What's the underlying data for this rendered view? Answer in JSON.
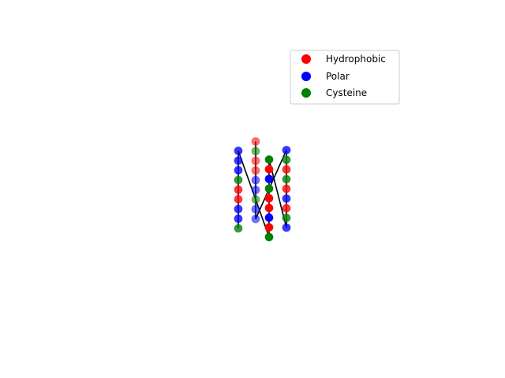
{
  "chart_data": {
    "type": "scatter",
    "projection": "3d",
    "axes_visible": false,
    "grid": false,
    "legend_placement": "upper-right",
    "title": "",
    "xlabel": "",
    "ylabel": "",
    "zlabel": "",
    "series": [
      {
        "name": "Hydrophobic",
        "color": "#ff0000"
      },
      {
        "name": "Polar",
        "color": "#0000ff"
      },
      {
        "name": "Cysteine",
        "color": "#008000"
      }
    ],
    "points": [
      {
        "x": 0,
        "y": 0,
        "z": 0,
        "type": "Cysteine"
      },
      {
        "x": 0,
        "y": 0,
        "z": 1,
        "type": "Polar"
      },
      {
        "x": 0,
        "y": 0,
        "z": 2,
        "type": "Polar"
      },
      {
        "x": 0,
        "y": 0,
        "z": 3,
        "type": "Hydrophobic"
      },
      {
        "x": 0,
        "y": 0,
        "z": 4,
        "type": "Hydrophobic"
      },
      {
        "x": 0,
        "y": 0,
        "z": 5,
        "type": "Cysteine"
      },
      {
        "x": 0,
        "y": 0,
        "z": 6,
        "type": "Polar"
      },
      {
        "x": 0,
        "y": 0,
        "z": 7,
        "type": "Polar"
      },
      {
        "x": 0,
        "y": 0,
        "z": 8,
        "type": "Polar"
      },
      {
        "x": 1,
        "y": 0,
        "z": 0,
        "type": "Cysteine"
      },
      {
        "x": 1,
        "y": 0,
        "z": 1,
        "type": "Hydrophobic"
      },
      {
        "x": 1,
        "y": 0,
        "z": 2,
        "type": "Polar"
      },
      {
        "x": 1,
        "y": 0,
        "z": 3,
        "type": "Hydrophobic"
      },
      {
        "x": 1,
        "y": 0,
        "z": 4,
        "type": "Hydrophobic"
      },
      {
        "x": 1,
        "y": 0,
        "z": 5,
        "type": "Cysteine"
      },
      {
        "x": 1,
        "y": 0,
        "z": 6,
        "type": "Polar"
      },
      {
        "x": 1,
        "y": 0,
        "z": 7,
        "type": "Hydrophobic"
      },
      {
        "x": 1,
        "y": 0,
        "z": 8,
        "type": "Cysteine"
      },
      {
        "x": 1,
        "y": 1,
        "z": 0,
        "type": "Polar"
      },
      {
        "x": 1,
        "y": 1,
        "z": 1,
        "type": "Cysteine"
      },
      {
        "x": 1,
        "y": 1,
        "z": 2,
        "type": "Hydrophobic"
      },
      {
        "x": 1,
        "y": 1,
        "z": 3,
        "type": "Polar"
      },
      {
        "x": 1,
        "y": 1,
        "z": 4,
        "type": "Hydrophobic"
      },
      {
        "x": 1,
        "y": 1,
        "z": 5,
        "type": "Cysteine"
      },
      {
        "x": 1,
        "y": 1,
        "z": 6,
        "type": "Hydrophobic"
      },
      {
        "x": 1,
        "y": 1,
        "z": 7,
        "type": "Cysteine"
      },
      {
        "x": 1,
        "y": 1,
        "z": 8,
        "type": "Polar"
      },
      {
        "x": 0,
        "y": 1,
        "z": 0,
        "type": "Polar"
      },
      {
        "x": 0,
        "y": 1,
        "z": 1,
        "type": "Polar"
      },
      {
        "x": 0,
        "y": 1,
        "z": 2,
        "type": "Cysteine"
      },
      {
        "x": 0,
        "y": 1,
        "z": 3,
        "type": "Polar"
      },
      {
        "x": 0,
        "y": 1,
        "z": 4,
        "type": "Polar"
      },
      {
        "x": 0,
        "y": 1,
        "z": 5,
        "type": "Hydrophobic"
      },
      {
        "x": 0,
        "y": 1,
        "z": 6,
        "type": "Hydrophobic"
      },
      {
        "x": 0,
        "y": 1,
        "z": 7,
        "type": "Cysteine"
      },
      {
        "x": 0,
        "y": 1,
        "z": 8,
        "type": "Hydrophobic"
      }
    ]
  }
}
